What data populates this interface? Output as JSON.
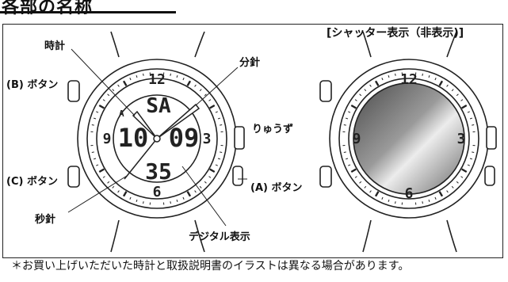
{
  "header": {
    "title": "各部の名称"
  },
  "shutter": {
    "title": "[シャッター表示（非表示)]"
  },
  "labels": {
    "hour_hand": "時計",
    "minute_hand": "分針",
    "button_b": "(B) ボタン",
    "crown": "りゅうず",
    "button_c": "(C) ボタン",
    "button_a": "(A) ボタン",
    "second_hand": "秒針",
    "digital_display": "デジタル表示"
  },
  "dial": {
    "twelve": "12",
    "three": "3",
    "six": "6",
    "nine": "9"
  },
  "display": {
    "day": "SA",
    "hour": "10",
    "minute": "09",
    "second": "35",
    "am_mark": "A"
  },
  "footnote": "＊お買い上げいただいた時計と取扱説明書のイラストは異なる場合があります。",
  "colors": {
    "line": "#222222",
    "lens_dark": "#5a5a5a",
    "lens_light": "#e8e8e8"
  }
}
